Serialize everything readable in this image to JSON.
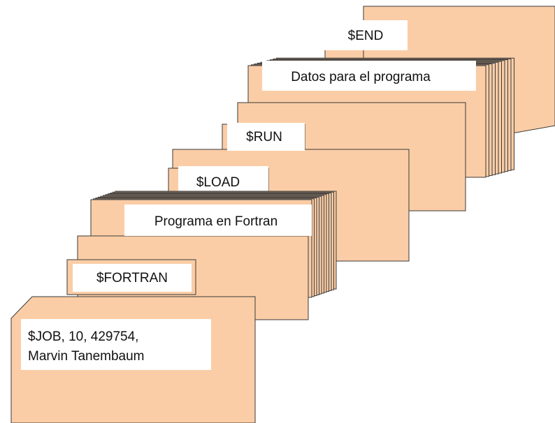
{
  "colors": {
    "card_fill": "#fbcda6",
    "card_stroke": "#3a3a3a",
    "label_fill": "#ffffff",
    "text": "#111111"
  },
  "cards": {
    "end": "$END",
    "datos": "Datos para el programa",
    "run": "$RUN",
    "load": "$LOAD",
    "programa": "Programa en Fortran",
    "fortran": "$FORTRAN",
    "job_line1": "$JOB, 10, 429754,",
    "job_line2": "Marvin Tanembaum"
  }
}
